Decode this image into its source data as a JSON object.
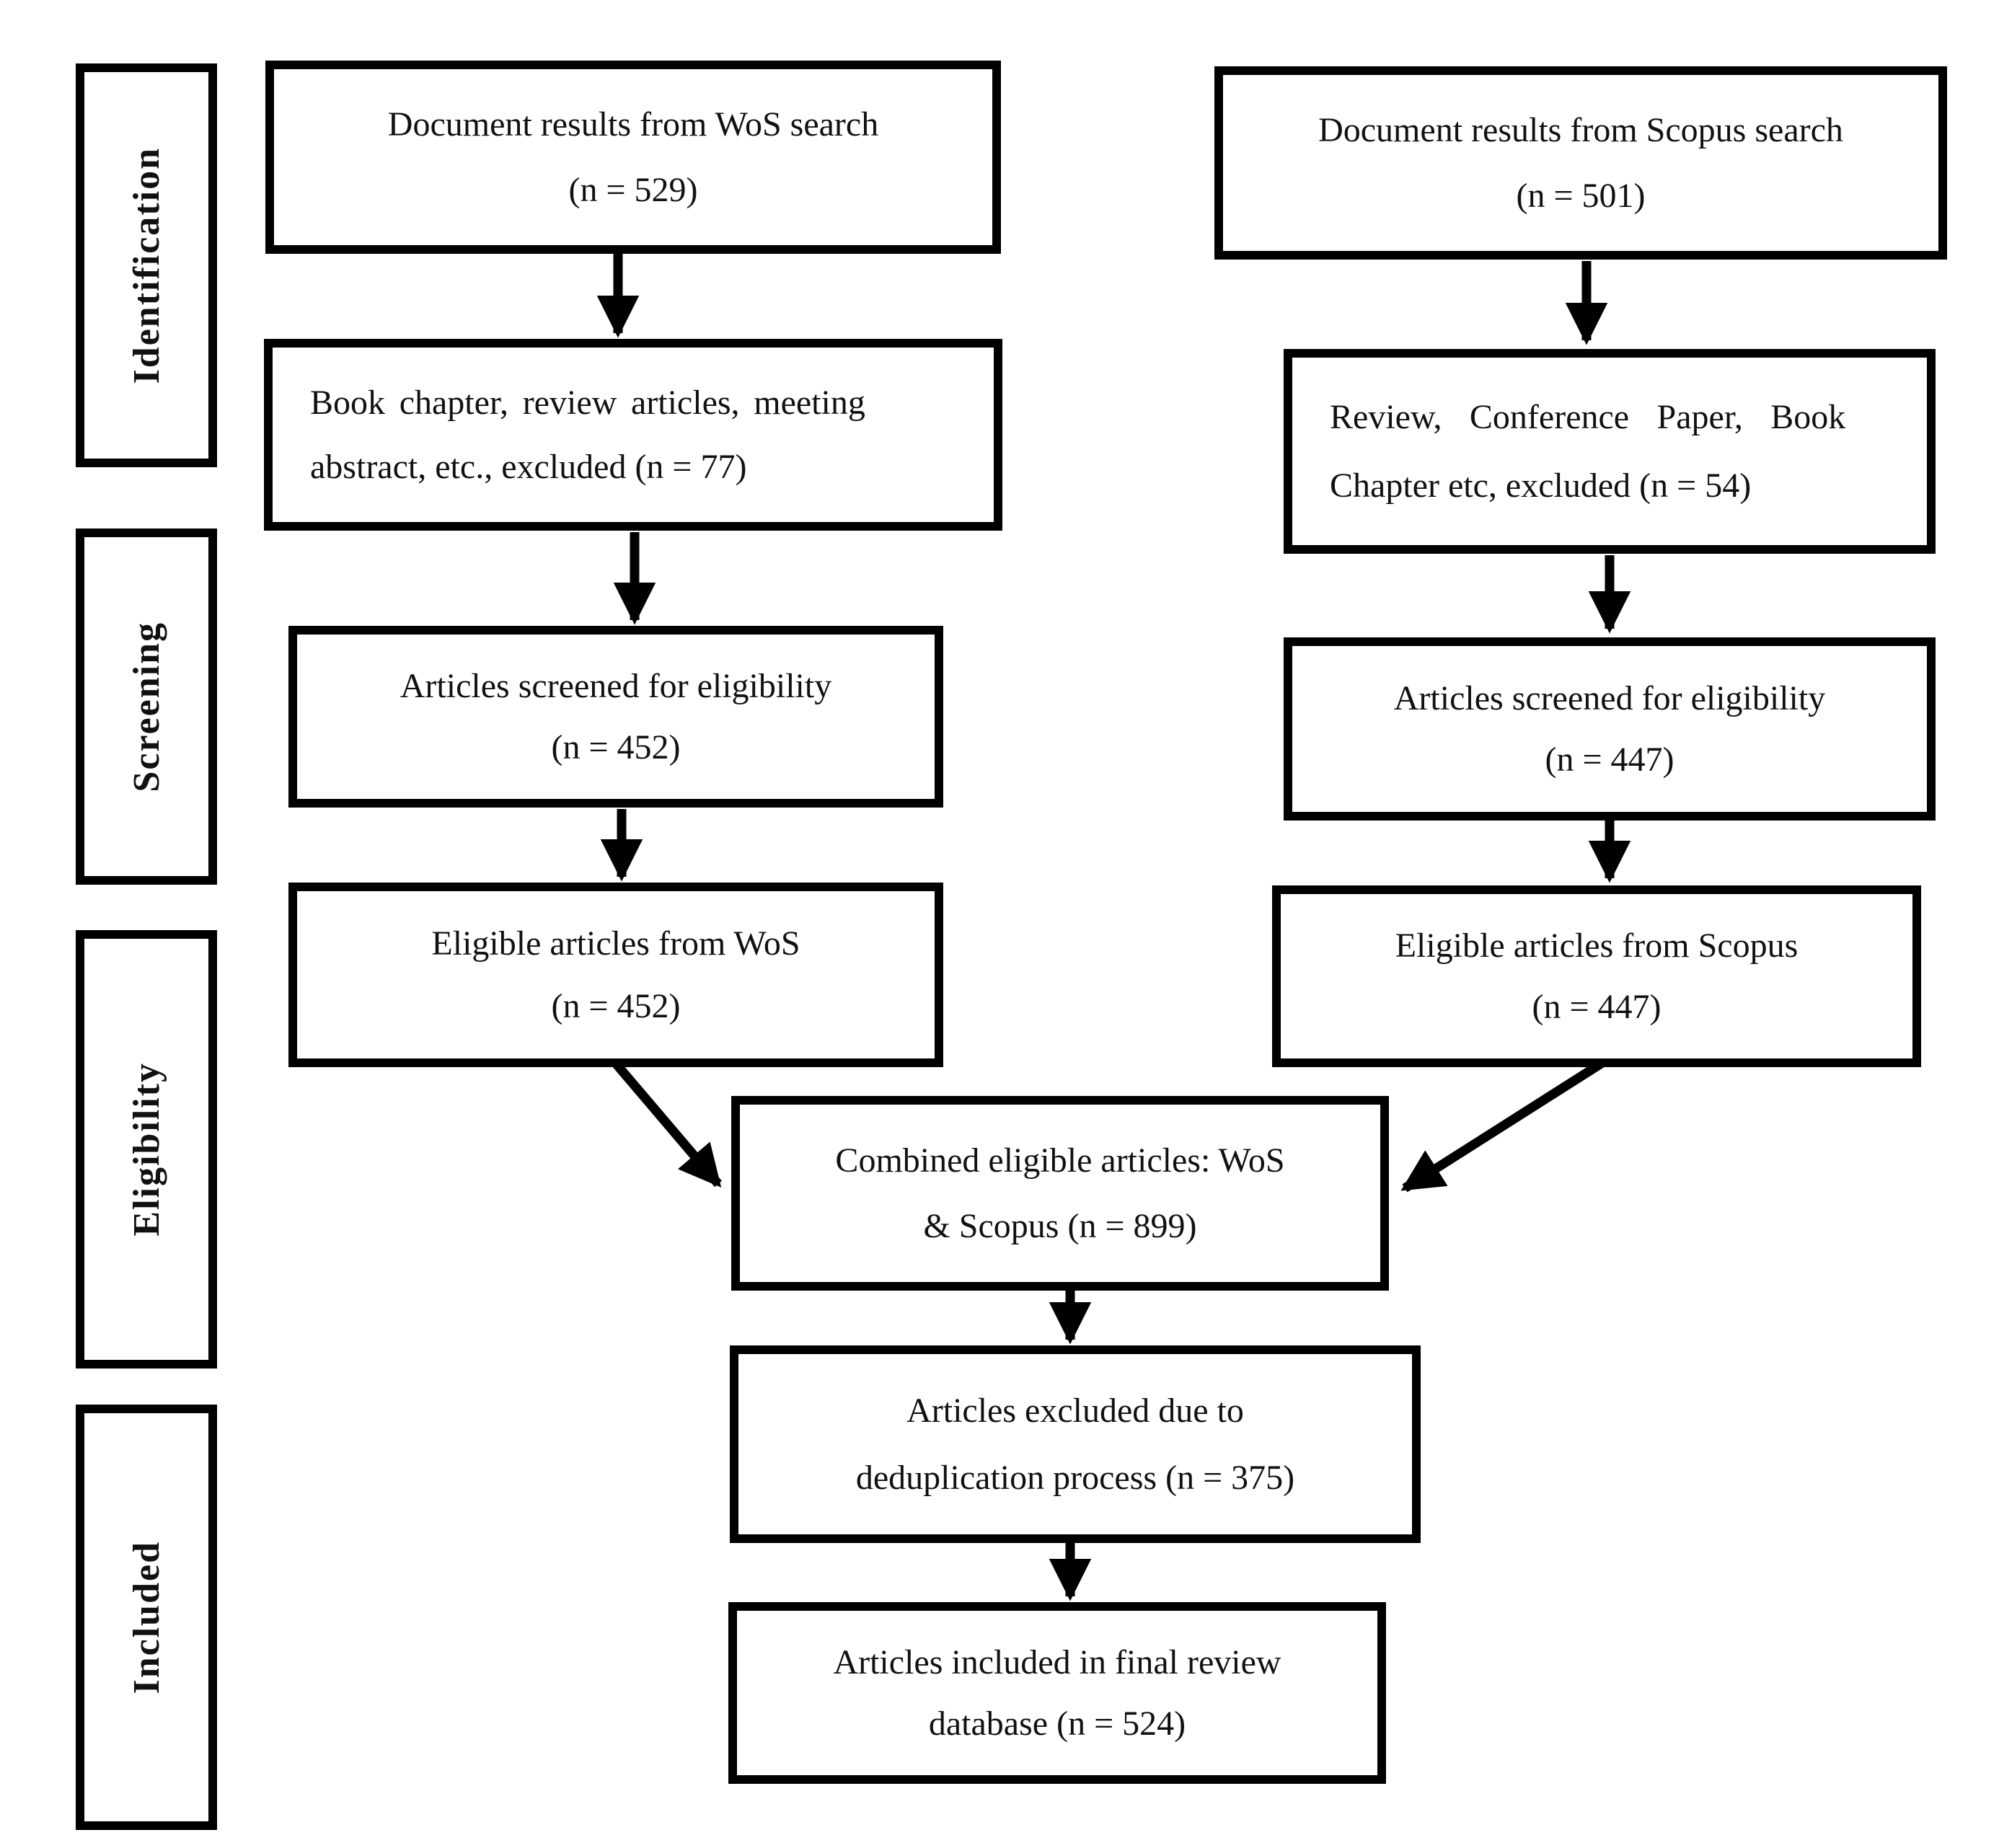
{
  "figure": {
    "type": "prisma-flow-diagram",
    "colors": {
      "background": "#ffffff",
      "box_border": "#000000",
      "text": "#111111"
    },
    "stages": [
      {
        "label": "Identification"
      },
      {
        "label": "Screening"
      },
      {
        "label": "Eligibility"
      },
      {
        "label": "Included"
      }
    ],
    "boxes": {
      "wos_search": {
        "line1": "Document results from WoS search",
        "line2": "(n = 529)"
      },
      "wos_excluded": {
        "line1": "Book chapter, review articles, meeting",
        "line2": "abstract, etc., excluded (n = 77)"
      },
      "wos_screened": {
        "line1": "Articles screened for eligibility",
        "line2": "(n = 452)"
      },
      "wos_eligible": {
        "line1": "Eligible articles from WoS",
        "line2": "(n = 452)"
      },
      "scopus_search": {
        "line1": "Document results from Scopus search",
        "line2": "(n = 501)"
      },
      "scopus_excluded": {
        "line1": "Review, Conference Paper, Book",
        "line2": "Chapter etc, excluded (n = 54)"
      },
      "scopus_screened": {
        "line1": "Articles screened for eligibility",
        "line2": "(n = 447)"
      },
      "scopus_eligible": {
        "line1": "Eligible articles from Scopus",
        "line2": "(n = 447)"
      },
      "combined": {
        "line1": "Combined eligible articles: WoS",
        "line2": "& Scopus (n = 899)"
      },
      "dedup_excluded": {
        "line1": "Articles excluded due to",
        "line2": "deduplication process (n = 375)"
      },
      "final_included": {
        "line1": "Articles included in final review",
        "line2": "database (n = 524)"
      }
    }
  }
}
